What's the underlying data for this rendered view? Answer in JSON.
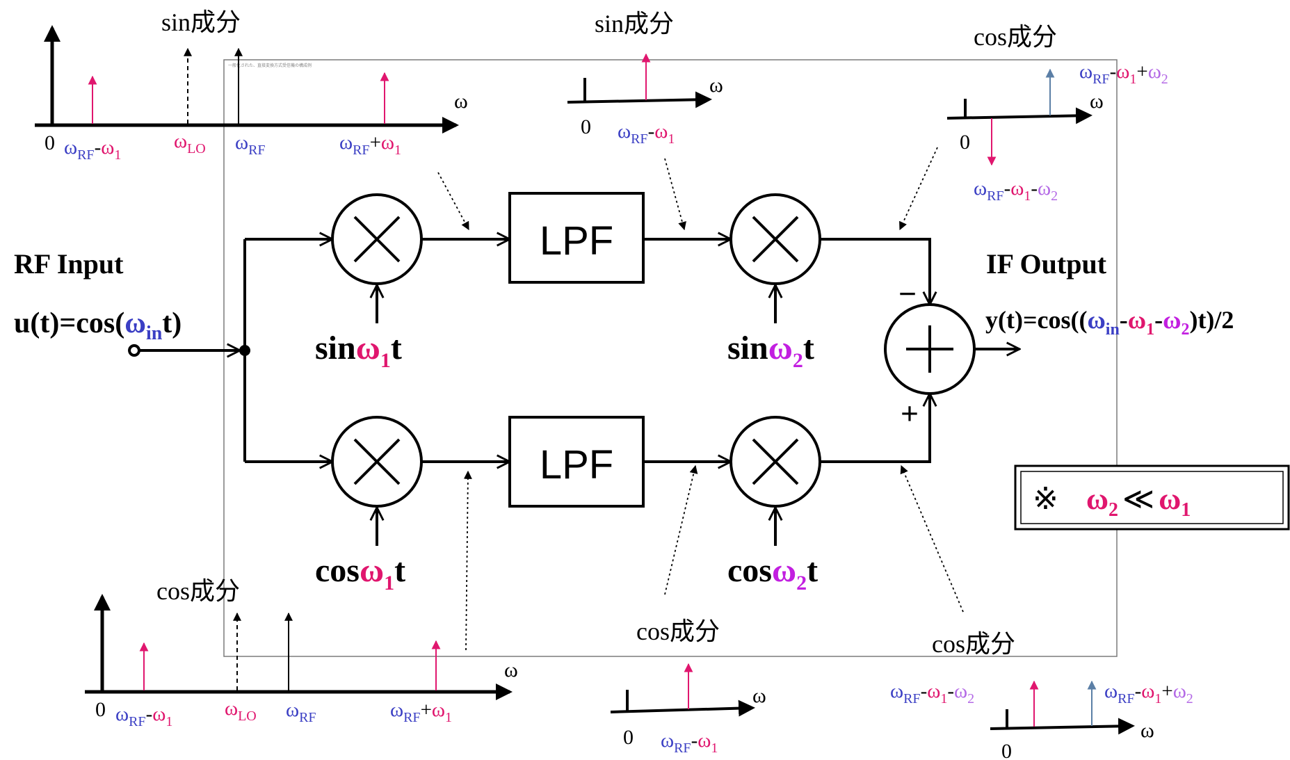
{
  "colors": {
    "black": "#000000",
    "rf": "#3b3fc4",
    "lo1": "#e0166e",
    "lo2": "#c21fe0",
    "lo2_light": "#b46ae6",
    "sum_arrow": "#5b7fa6",
    "neutral_arrow": "#000000"
  },
  "input": {
    "title": "RF Input",
    "expr_prefix": "u(t)=cos(",
    "expr_omega": "ω",
    "expr_sub": "in",
    "expr_suffix": "t)"
  },
  "output": {
    "title": "IF Output",
    "p1": "y(t)=cos((",
    "omega": "ω",
    "sub_in": "in",
    "minus": "-",
    "sub_1": "1",
    "sub_2": "2",
    "p_end": ")t)/2"
  },
  "blocks": {
    "lpf_label": "LPF",
    "sum_minus": "−",
    "sum_plus": "+"
  },
  "lo": {
    "sin1_fn": "sin",
    "sin2_fn": "sin",
    "cos1_fn": "cos",
    "cos2_fn": "cos",
    "omega": "ω",
    "t": "t",
    "sub1": "1",
    "sub2": "2"
  },
  "note": {
    "symbol": "※",
    "omega": "ω",
    "sub2": "2",
    "op": "≪",
    "sub1": "1"
  },
  "spectra": {
    "omega": "ω",
    "zero": "0",
    "sub_rf": "RF",
    "sub_lo": "LO",
    "sub1": "1",
    "sub2": "2",
    "dash": "-",
    "plus": "+",
    "sin_component": "sin成分",
    "cos_component": "cos成分"
  },
  "tiny_caption": "一般化された、直接変換方式受信機の構成例"
}
